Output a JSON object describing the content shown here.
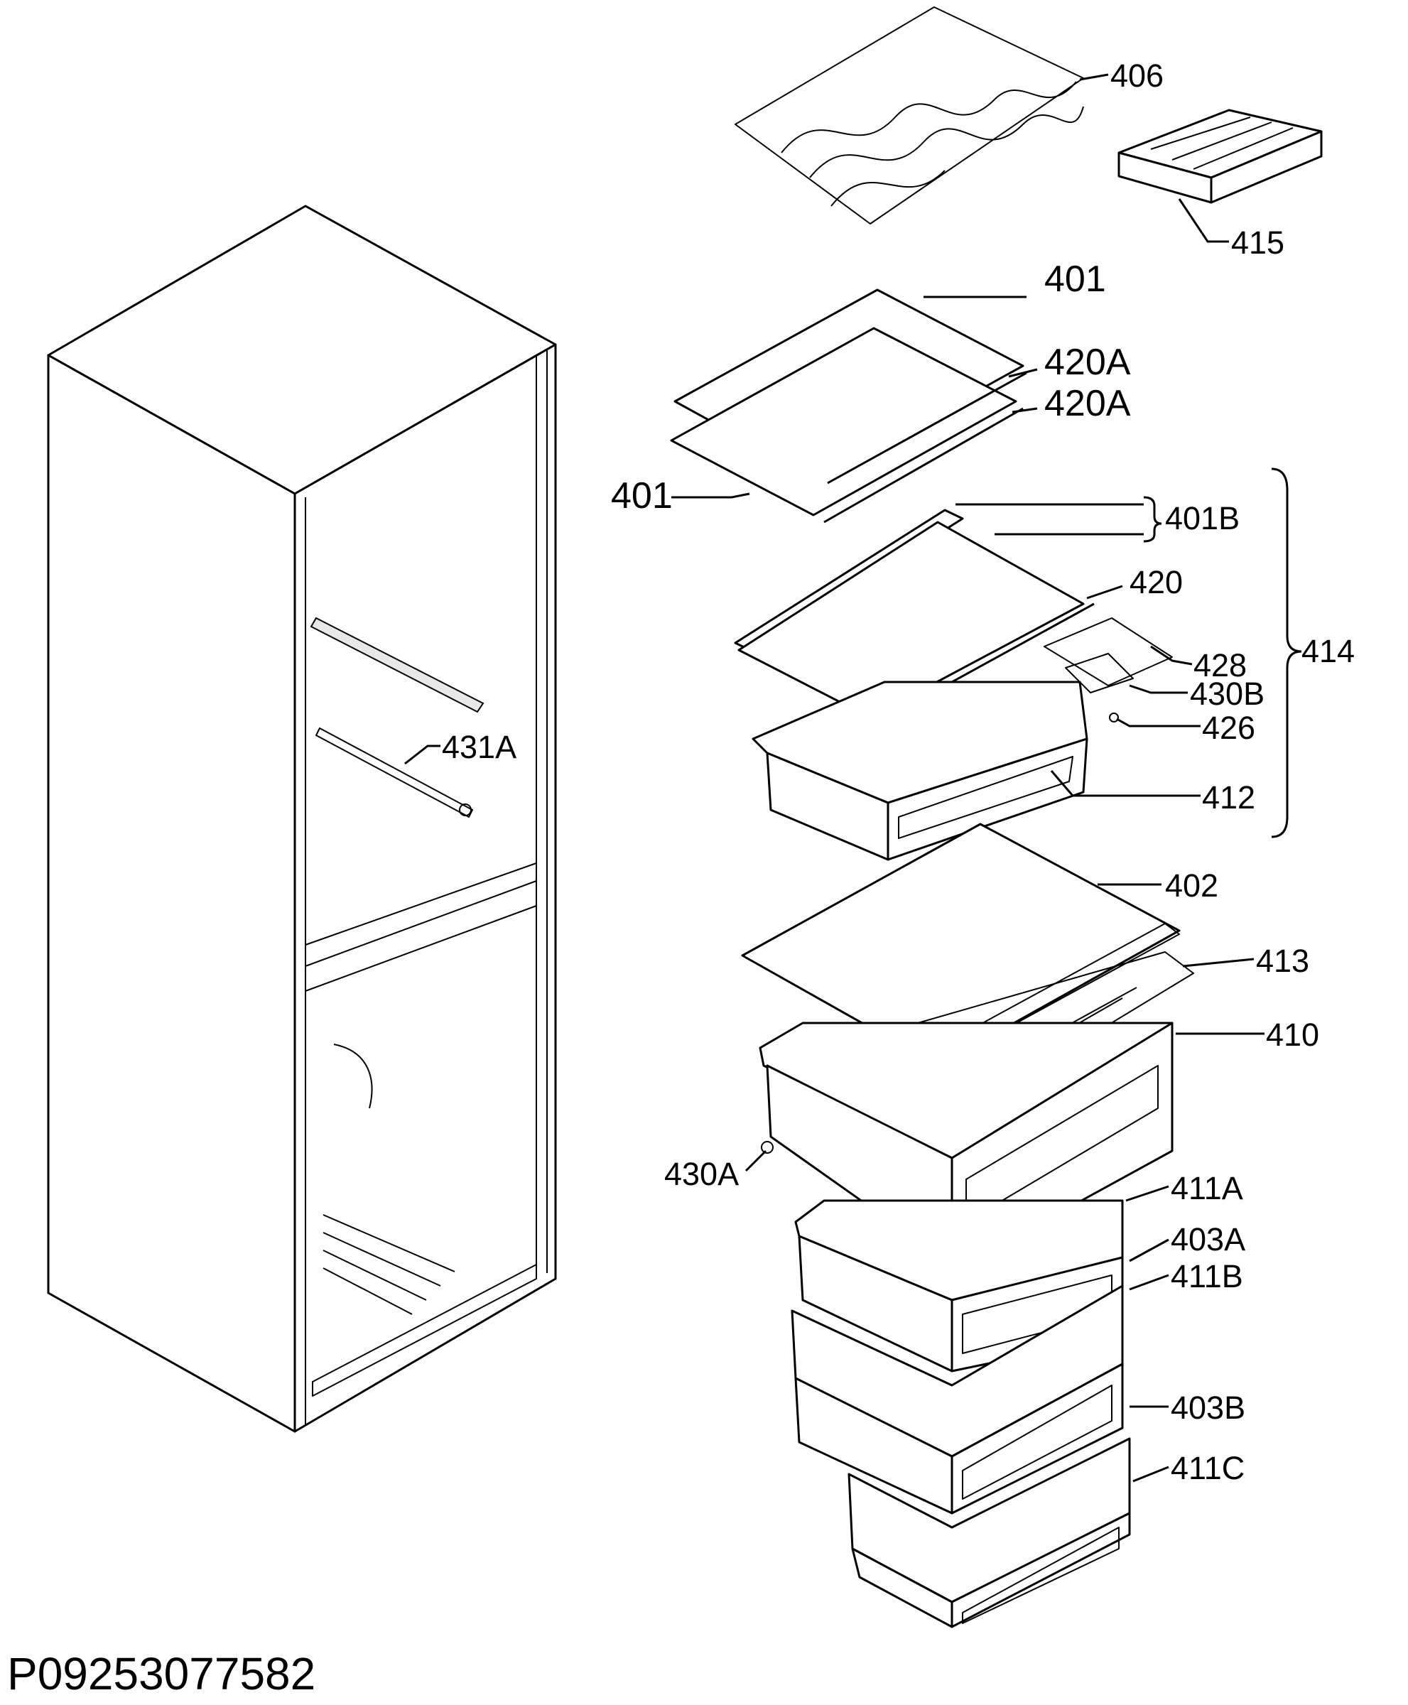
{
  "diagram_code": "P09253077582",
  "callouts": [
    {
      "id": "c406",
      "text": "406"
    },
    {
      "id": "c415",
      "text": "415"
    },
    {
      "id": "c401a",
      "text": "401"
    },
    {
      "id": "c420a1",
      "text": "420A"
    },
    {
      "id": "c420a2",
      "text": "420A"
    },
    {
      "id": "c401b",
      "text": "401"
    },
    {
      "id": "c401B",
      "text": "401B"
    },
    {
      "id": "c420",
      "text": "420"
    },
    {
      "id": "c414",
      "text": "414"
    },
    {
      "id": "c428",
      "text": "428"
    },
    {
      "id": "c430b",
      "text": "430B"
    },
    {
      "id": "c426",
      "text": "426"
    },
    {
      "id": "c412",
      "text": "412"
    },
    {
      "id": "c431a",
      "text": "431A"
    },
    {
      "id": "c402",
      "text": "402"
    },
    {
      "id": "c413",
      "text": "413"
    },
    {
      "id": "c410",
      "text": "410"
    },
    {
      "id": "c430a",
      "text": "430A"
    },
    {
      "id": "c411a",
      "text": "411A"
    },
    {
      "id": "c403a",
      "text": "403A"
    },
    {
      "id": "c411b",
      "text": "411B"
    },
    {
      "id": "c403b",
      "text": "403B"
    },
    {
      "id": "c411c",
      "text": "411C"
    }
  ]
}
